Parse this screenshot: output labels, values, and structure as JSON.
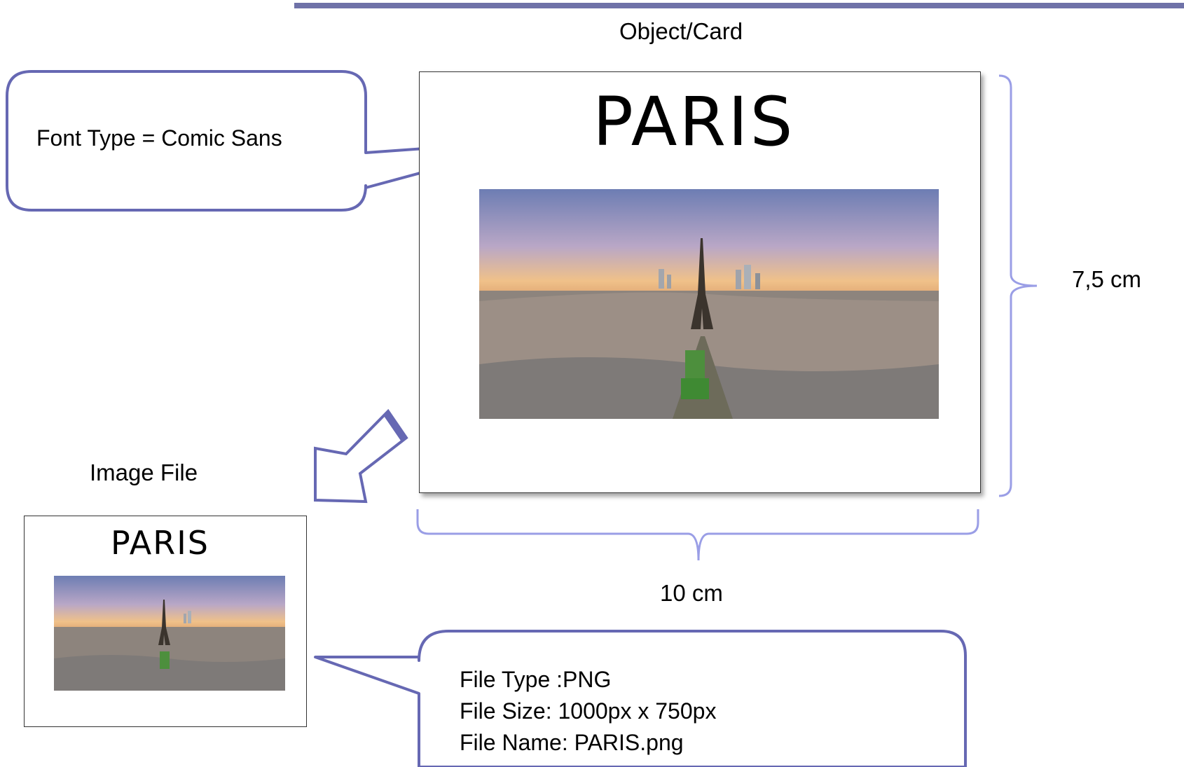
{
  "labels": {
    "object_card": "Object/Card",
    "image_file": "Image File",
    "height": "7,5 cm",
    "width": "10 cm"
  },
  "card": {
    "title": "PARIS"
  },
  "small_card": {
    "title": "PARIS"
  },
  "callout_font": {
    "text": "Font Type = Comic Sans"
  },
  "callout_file": {
    "line1": "File Type :PNG",
    "line2": "File Size: 1000px x 750px",
    "line3": "File Name: PARIS.png"
  },
  "colors": {
    "accent": "#6f72a8",
    "bracket": "#9a9ee6",
    "callout_stroke": "#6668b3"
  },
  "icons": {
    "arrow": "diagonal-block-arrow-down-left"
  }
}
